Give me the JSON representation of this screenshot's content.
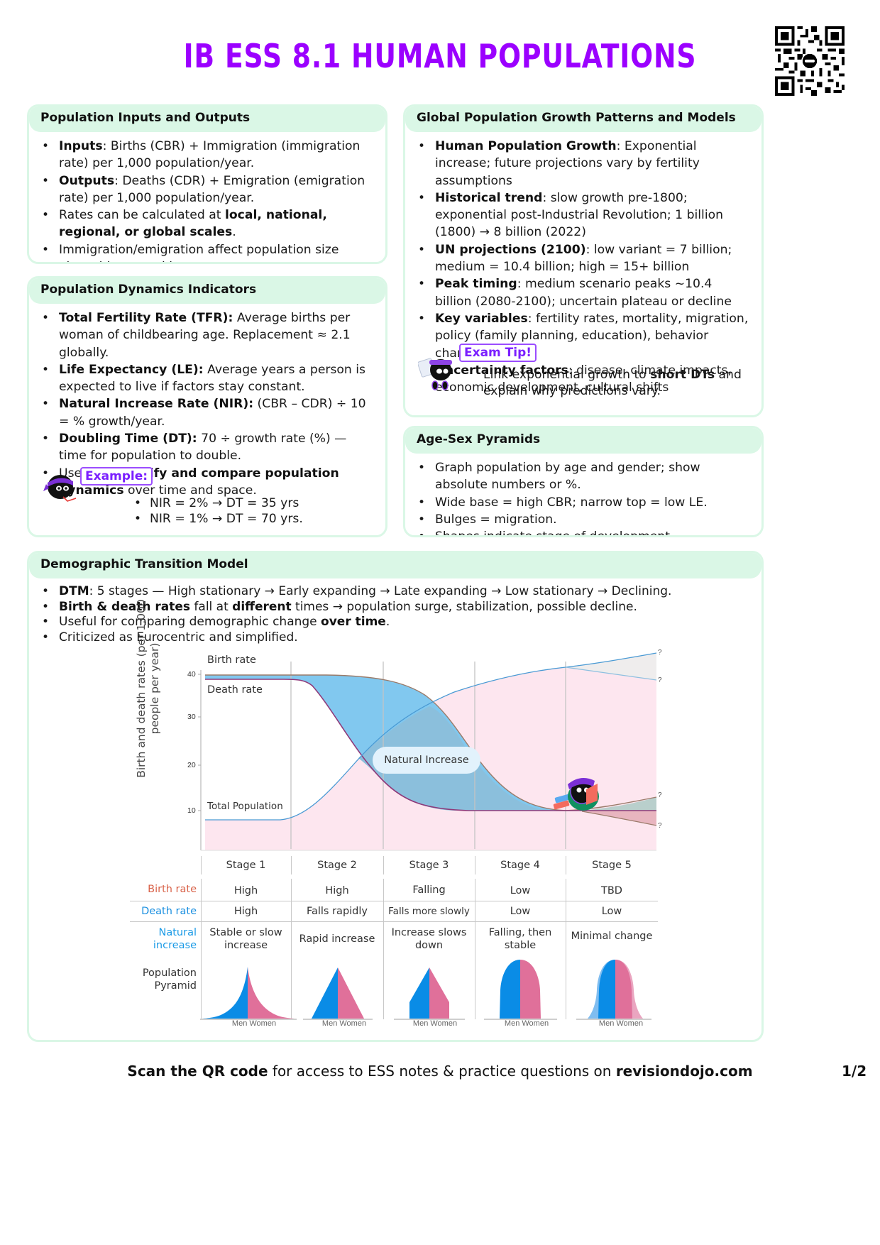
{
  "header": {
    "title": "IB ESS 8.1 HUMAN POPULATIONS",
    "qr_code": "qr-code-icon"
  },
  "sections": {
    "inputs_outputs": {
      "title": "Population Inputs and Outputs",
      "items": [
        {
          "bold": "Inputs",
          "text": ": Births (CBR) + Immigration (immigration rate) per 1,000 population/year."
        },
        {
          "bold": "Outputs",
          "text": ": Deaths (CDR) + Emigration (emigration rate) per 1,000 population/year."
        },
        {
          "pre": "Rates can be calculated at ",
          "bold": "local, national, regional, or global scales",
          "text": "."
        },
        {
          "text": "Immigration/emigration affect population size alongside natural increase."
        }
      ]
    },
    "dynamics_indicators": {
      "title": "Population Dynamics Indicators",
      "items": [
        {
          "bold": "Total Fertility Rate (TFR):",
          "text": " Average births per woman of childbearing age. Replacement ≈ 2.1 globally."
        },
        {
          "bold": "Life Expectancy (LE):",
          "text": " Average years a person is expected to live if factors stay constant."
        },
        {
          "bold": "Natural Increase Rate (NIR):",
          "text": " (CBR – CDR) ÷ 10 = % growth/year."
        },
        {
          "bold": "Doubling Time (DT):",
          "text": " 70 ÷ growth rate (%) — time for population to double."
        },
        {
          "pre": "Used to ",
          "bold": "quantify and compare population dynamics",
          "text": " over time and space."
        }
      ],
      "example": {
        "label": "Example:",
        "items": [
          "NIR = 2% → DT = 35 yrs",
          "NIR = 1% → DT = 70 yrs."
        ]
      }
    },
    "global_growth": {
      "title": "Global Population Growth Patterns and Models",
      "items": [
        {
          "bold": "Human Population Growth",
          "text": ": Exponential increase; future projections vary by fertility assumptions"
        },
        {
          "bold": "Historical trend",
          "text": ": slow growth pre-1800; exponential post-Industrial Revolution; 1 billion (1800) → 8 billion (2022)"
        },
        {
          "bold": "UN projections (2100)",
          "text": ": low variant = 7 billion; medium = 10.4 billion; high = 15+ billion"
        },
        {
          "bold": "Peak timing",
          "text": ": medium scenario peaks ~10.4 billion (2080-2100); uncertain plateau or decline"
        },
        {
          "bold": "Key variables",
          "text": ": fertility rates, mortality, migration, policy (family planning, education), behavior change"
        },
        {
          "bold": "Uncertainty factors",
          "text": ": disease, climate impacts, economic development, cultural shifts"
        }
      ],
      "exam_tip": {
        "label": "Exam Tip!",
        "pre": "Link exponential growth to ",
        "bold": "short DTs",
        "post": " and explain why predictions vary."
      }
    },
    "age_sex": {
      "title": "Age-Sex Pyramids",
      "items": [
        {
          "text": "Graph population by age and gender; show absolute numbers or %."
        },
        {
          "text": "Wide base = high CBR; narrow top = low LE."
        },
        {
          "text": "Bulges = migration."
        },
        {
          "text": "Shapes indicate stage of development."
        }
      ]
    },
    "dtm": {
      "title": "Demographic Transition Model",
      "items": [
        {
          "bold": "DTM",
          "text": ": 5 stages — High stationary → Early expanding → Late expanding → Low stationary → Declining."
        },
        {
          "bold": "Birth & death rates",
          "mid": " fall at ",
          "bold2": "different",
          "text": " times → population surge, stabilization, possible decline."
        },
        {
          "pre": "Useful for comparing demographic change ",
          "bold": "over time",
          "text": "."
        },
        {
          "text": "Criticized as Eurocentric and simplified."
        }
      ]
    }
  },
  "chart_data": {
    "type": "line",
    "title": "Demographic Transition Model",
    "ylabel": "Birth and death rates (per 1,000 people per year)",
    "xlabel": "",
    "yticks": [
      "40",
      "30",
      "20",
      "10"
    ],
    "ylim": [
      0,
      42
    ],
    "categories": [
      "Stage 1",
      "Stage 2",
      "Stage 3",
      "Stage 4",
      "Stage 5"
    ],
    "series": [
      {
        "name": "Birth rate",
        "values": [
          40,
          40,
          30,
          10,
          10
        ],
        "stage5_branches": [
          "?",
          "?"
        ]
      },
      {
        "name": "Death rate",
        "values": [
          39,
          25,
          12,
          10,
          10
        ]
      },
      {
        "name": "Total Population",
        "values": [
          8,
          12,
          30,
          40,
          41
        ],
        "stage5_branches": [
          "?",
          "?"
        ]
      }
    ],
    "annotations": [
      "Birth rate",
      "Death rate",
      "Total Population",
      "Natural Increase",
      "?",
      "?",
      "?",
      "?"
    ],
    "grid": "vertical stage dividers",
    "colors": {
      "natural_increase": "#81c8ef",
      "population_area": "#fde6ef",
      "birth_line": "#9a7b6a",
      "death_line": "#8e3a7a",
      "pop_line": "#4a9ad4"
    }
  },
  "dtm_table": {
    "stages": [
      "Stage 1",
      "Stage 2",
      "Stage 3",
      "Stage 4",
      "Stage 5"
    ],
    "rows": {
      "birth_rate": {
        "label": "Birth rate",
        "values": [
          "High",
          "High",
          "Falling",
          "Low",
          "TBD"
        ]
      },
      "death_rate": {
        "label": "Death rate",
        "values": [
          "High",
          "Falls rapidly",
          "Falls more slowly",
          "Low",
          "Low"
        ]
      },
      "natural_increase": {
        "label_1": "Natural",
        "label_2": "increase",
        "values": [
          [
            "Stable or slow",
            "increase"
          ],
          [
            "Rapid increase",
            ""
          ],
          [
            "Increase slows",
            "down"
          ],
          [
            "Falling, then",
            "stable"
          ],
          [
            "Minimal change",
            ""
          ]
        ]
      },
      "pyramid": {
        "label_1": "Population",
        "label_2": "Pyramid",
        "captions": [
          "Men Women",
          "Men Women",
          "Men Women",
          "Men Women",
          "Men Women"
        ]
      }
    }
  },
  "footer": {
    "bold1": "Scan the QR code",
    "mid": " for access to ESS notes & practice questions on ",
    "bold2": "revisiondojo.com",
    "page": "1/2"
  },
  "colors": {
    "title": "#9b00ff",
    "card_header": "#daf7e6",
    "men": "#0a8ce6",
    "women": "#e0709a",
    "birth_label": "#d9634a",
    "death_label": "#1a8fe0",
    "ni_label": "#1a9ae6"
  }
}
